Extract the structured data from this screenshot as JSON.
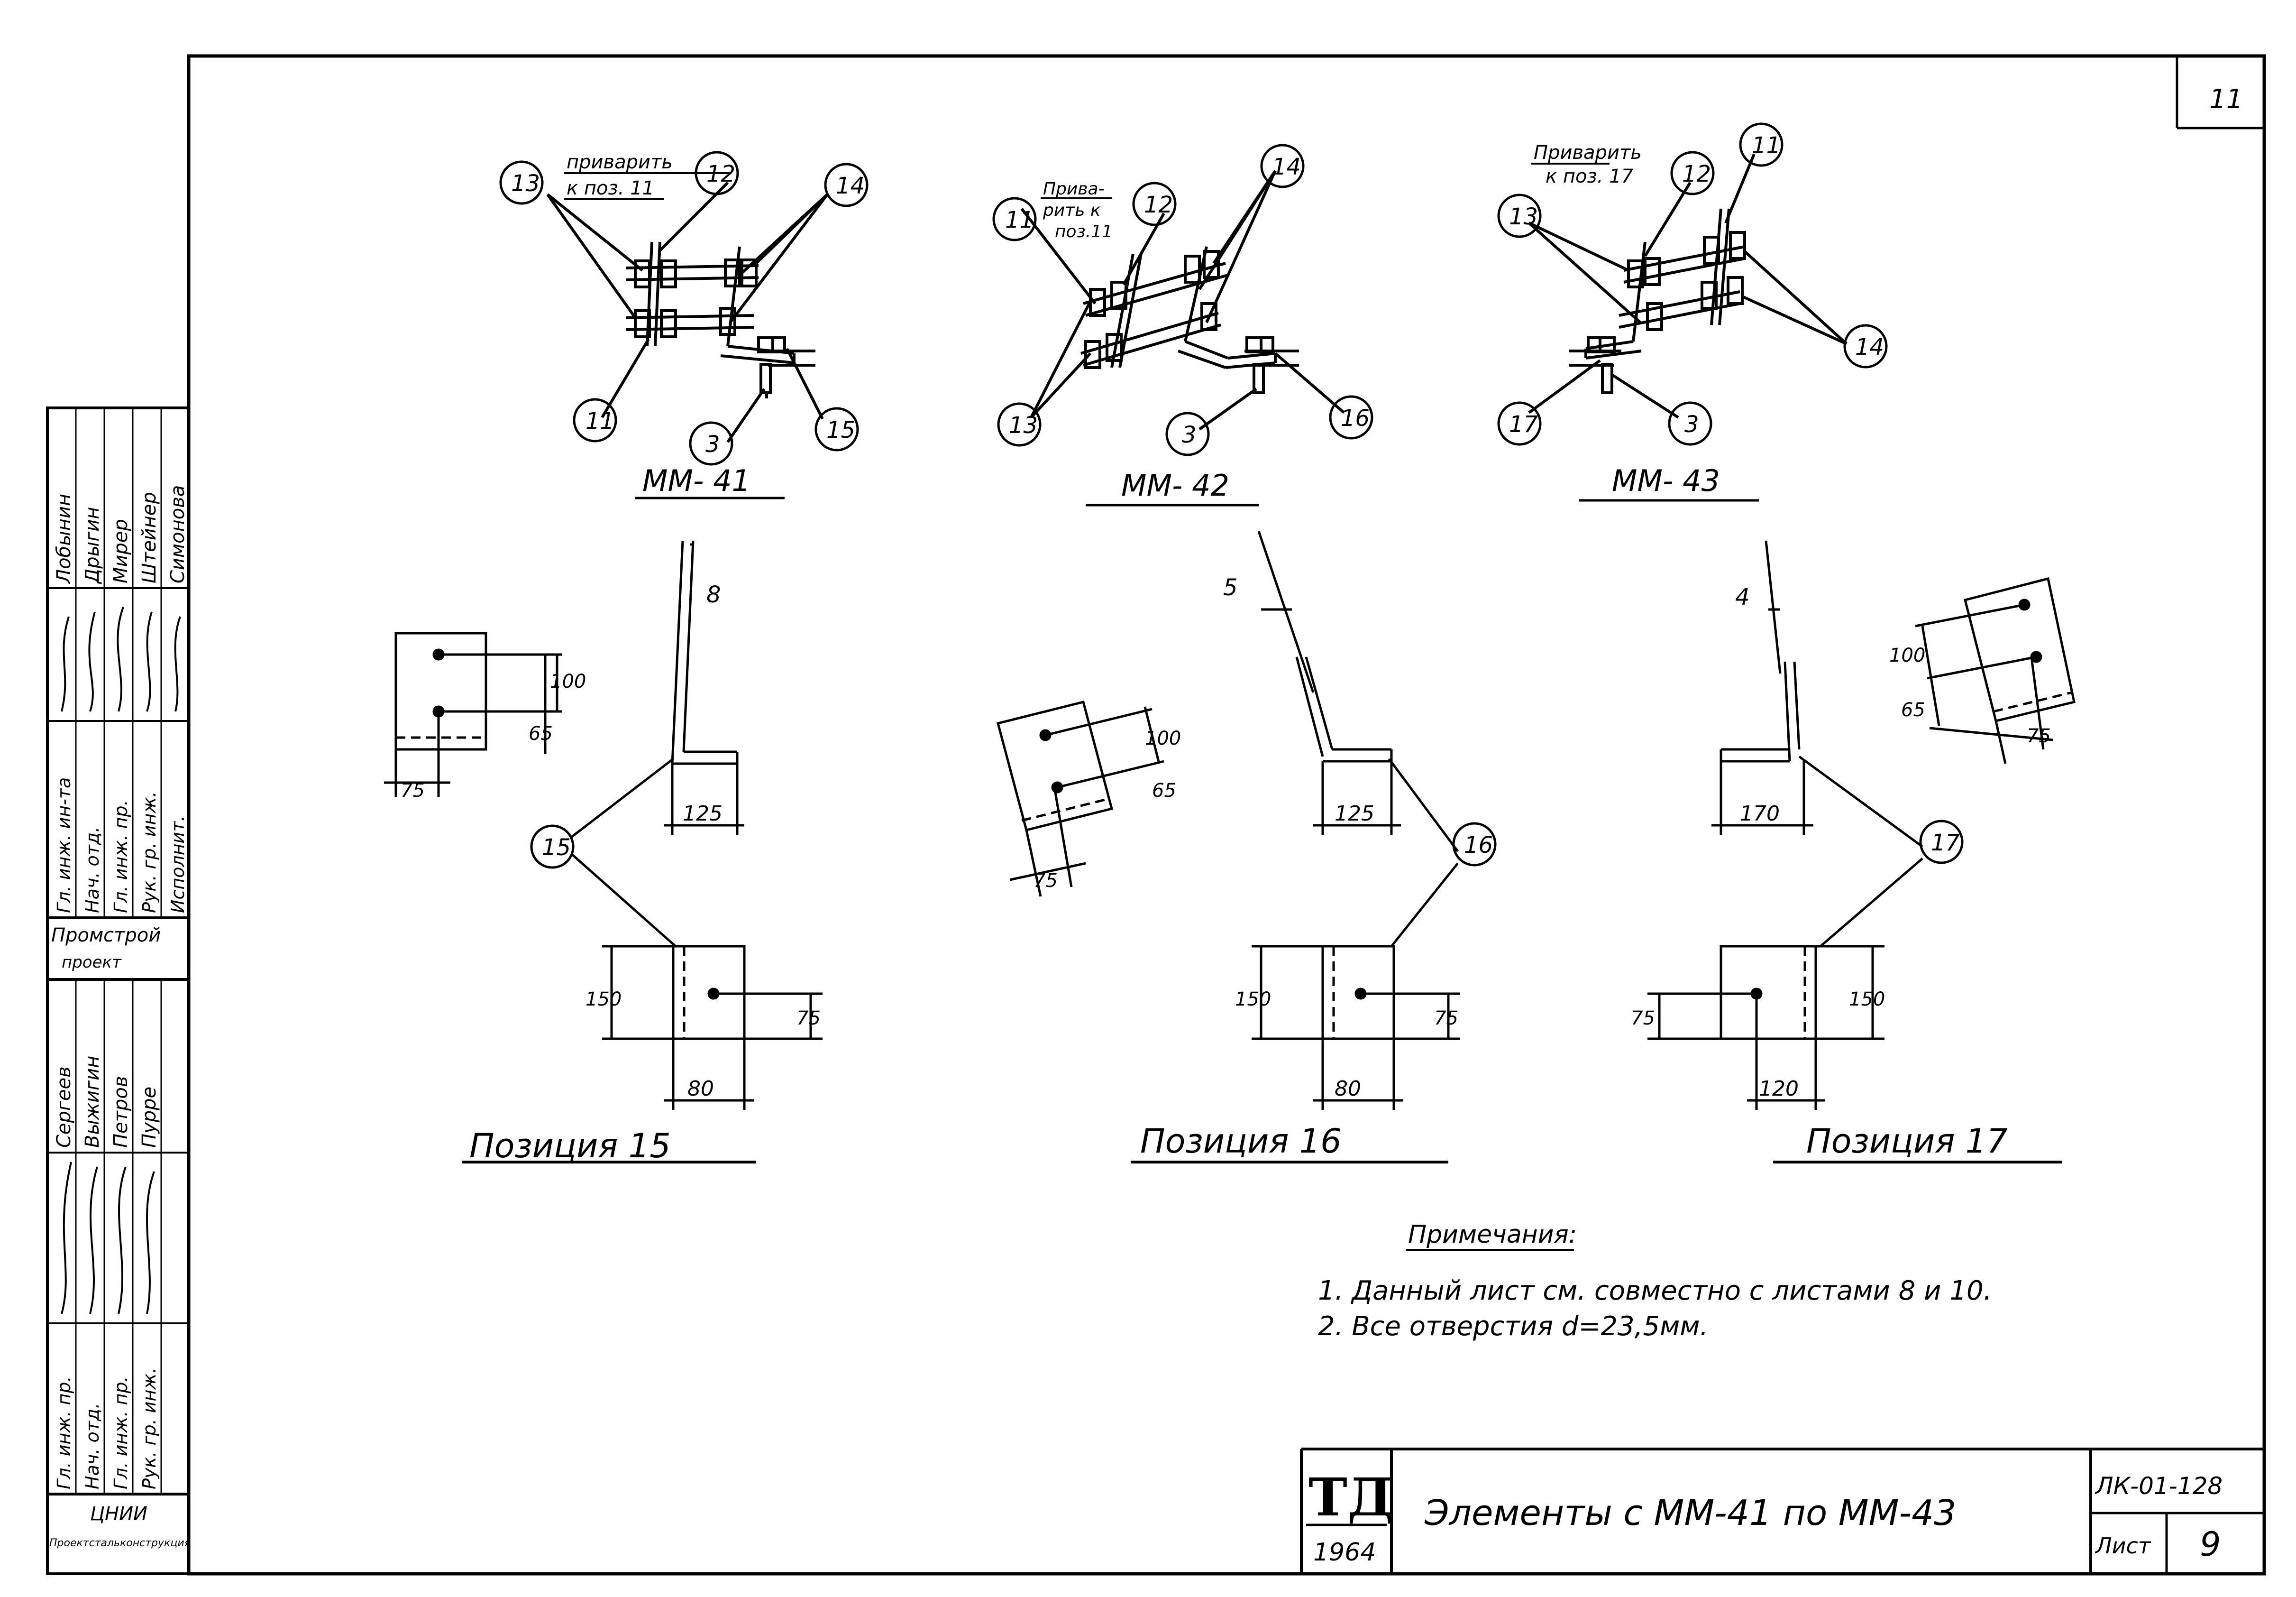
{
  "sheet_corner_number": "11",
  "assemblies": [
    {
      "title": "ММ- 41",
      "weld_note": [
        "приварить",
        "к поз. 11"
      ],
      "callouts": [
        "13",
        "12",
        "14",
        "11",
        "3",
        "15"
      ]
    },
    {
      "title": "ММ- 42",
      "weld_note": [
        "Привa-",
        "рить к",
        "поз.11"
      ],
      "callouts": [
        "11",
        "12",
        "14",
        "13",
        "3",
        "16"
      ]
    },
    {
      "title": "ММ- 43",
      "weld_note": [
        "Приварить",
        "к поз. 17"
      ],
      "callouts": [
        "13",
        "12",
        "11",
        "14",
        "17",
        "3"
      ]
    }
  ],
  "positions": [
    {
      "title": "Позиция 15",
      "callout": "15",
      "thickness": "8",
      "plate_dims": [
        "100",
        "65",
        "75"
      ],
      "angle_width": "125",
      "base_dims": [
        "150",
        "75",
        "80"
      ]
    },
    {
      "title": "Позиция 16",
      "callout": "16",
      "thickness": "5",
      "plate_dims": [
        "100",
        "65",
        "75"
      ],
      "angle_width": "125",
      "base_dims": [
        "150",
        "75",
        "80"
      ]
    },
    {
      "title": "Позиция 17",
      "callout": "17",
      "thickness": "4",
      "plate_dims": [
        "100",
        "65",
        "75"
      ],
      "angle_width": "170",
      "base_dims": [
        "150",
        "75",
        "120"
      ]
    }
  ],
  "notes": {
    "heading": "Примечания:",
    "items": [
      "1. Данный лист см. совместно с листами 8 и 10.",
      "2. Все отверстия d=23,5мм."
    ]
  },
  "title_block": {
    "logo": "ТД",
    "year": "1964",
    "title": "Элементы с ММ-41 по ММ-43",
    "code": "ЛК-01-128",
    "sheet_label": "Лист",
    "sheet_number": "9"
  },
  "side_stamp": {
    "upper_roles": [
      "Гл. инж. ин-та",
      "Нач. отд.",
      "Гл. инж. пр.",
      "Рук. гр. инж.",
      "Исполнит."
    ],
    "upper_names": [
      "Лобынин",
      "Дрыгин",
      "Мирер",
      "Штейнер",
      "Симонова"
    ],
    "upper_org": [
      "Промстрой",
      "проект"
    ],
    "lower_roles": [
      "Гл. инж. пр.",
      "Нач. отд.",
      "Гл. инж. пр.",
      "Рук. гр. инж."
    ],
    "lower_names": [
      "Сергеев",
      "Выжигин",
      "Петров",
      "Пурре"
    ],
    "lower_org": [
      "ЦНИИ",
      "Проектстальконструкция"
    ]
  }
}
